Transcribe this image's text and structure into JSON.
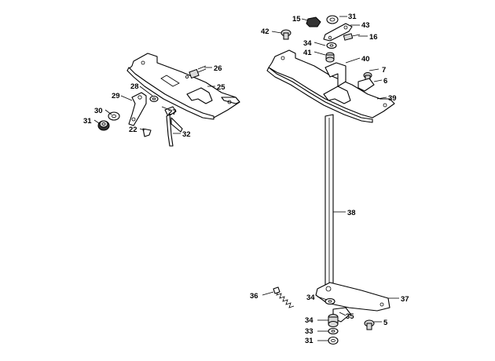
{
  "diagram": {
    "labels": {
      "p15": "15",
      "p31a": "31",
      "p43": "43",
      "p42": "42",
      "p16": "16",
      "p34a": "34",
      "p41": "41",
      "p40": "40",
      "p7": "7",
      "p6": "6",
      "p39": "39",
      "p26": "26",
      "p25": "25",
      "p28": "28",
      "p29": "29",
      "p27": "27",
      "p30": "30",
      "p31b": "31",
      "p22": "22",
      "p32": "32",
      "p38": "38",
      "p36": "36",
      "p34b": "34",
      "p35": "35",
      "p37": "37",
      "p34c": "34",
      "p5": "5",
      "p33": "33",
      "p31c": "31"
    }
  }
}
